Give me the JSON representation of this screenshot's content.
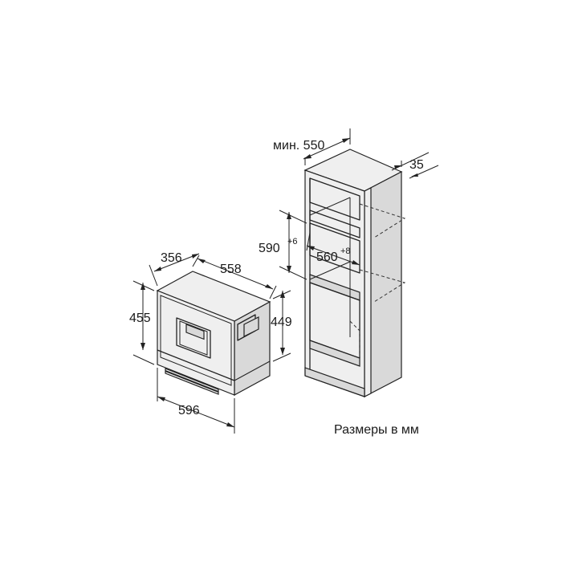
{
  "appliance": {
    "depth_label": "356",
    "width_top_label": "558",
    "total_height_label": "455",
    "body_height_label": "449",
    "front_width_label": "596"
  },
  "cabinet": {
    "min_depth_label": "мин. 550",
    "panel_label": "35",
    "niche_height_label": "590",
    "niche_height_tol": "+6",
    "niche_width_label": "560",
    "niche_width_tol": "+8"
  },
  "caption": "Размеры в мм"
}
